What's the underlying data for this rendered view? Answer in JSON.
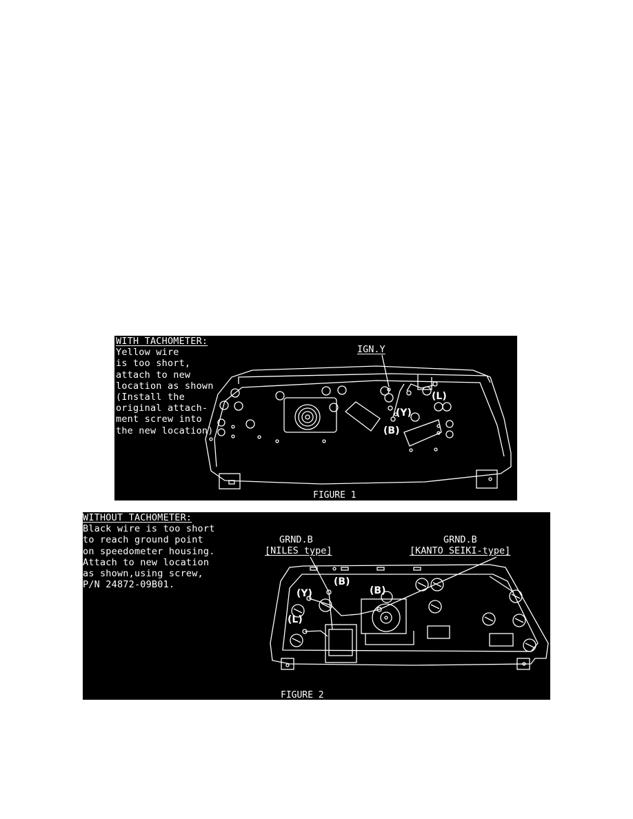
{
  "figure1": {
    "caption": "FIGURE 1",
    "note_title": "WITH TACHOMETER:",
    "note_lines": [
      "Yellow wire",
      "is too short,",
      "attach to new",
      "location as shown",
      "(Install the",
      "original attach-",
      "ment screw into",
      "the new location)"
    ],
    "label_ign": "IGN.Y",
    "callouts": {
      "L": "(L)",
      "Y": "(Y)",
      "B": "(B)"
    }
  },
  "figure2": {
    "caption": "FIGURE 2",
    "note_title": "WITHOUT TACHOMETER:",
    "note_lines": [
      "Black wire is too short",
      "to reach ground point",
      "on speedometer housing.",
      "Attach to new location",
      "as shown,using screw,",
      "P/N 24872-09B01."
    ],
    "label_niles_top": "GRND.B",
    "label_niles_bottom": "[NILES type]",
    "label_kanto_top": "GRND.B",
    "label_kanto_bottom": "[KANTO SEIKI-type]",
    "callouts": {
      "B1": "(B)",
      "B2": "(B)",
      "Y": "(Y)",
      "L": "(L)"
    }
  }
}
